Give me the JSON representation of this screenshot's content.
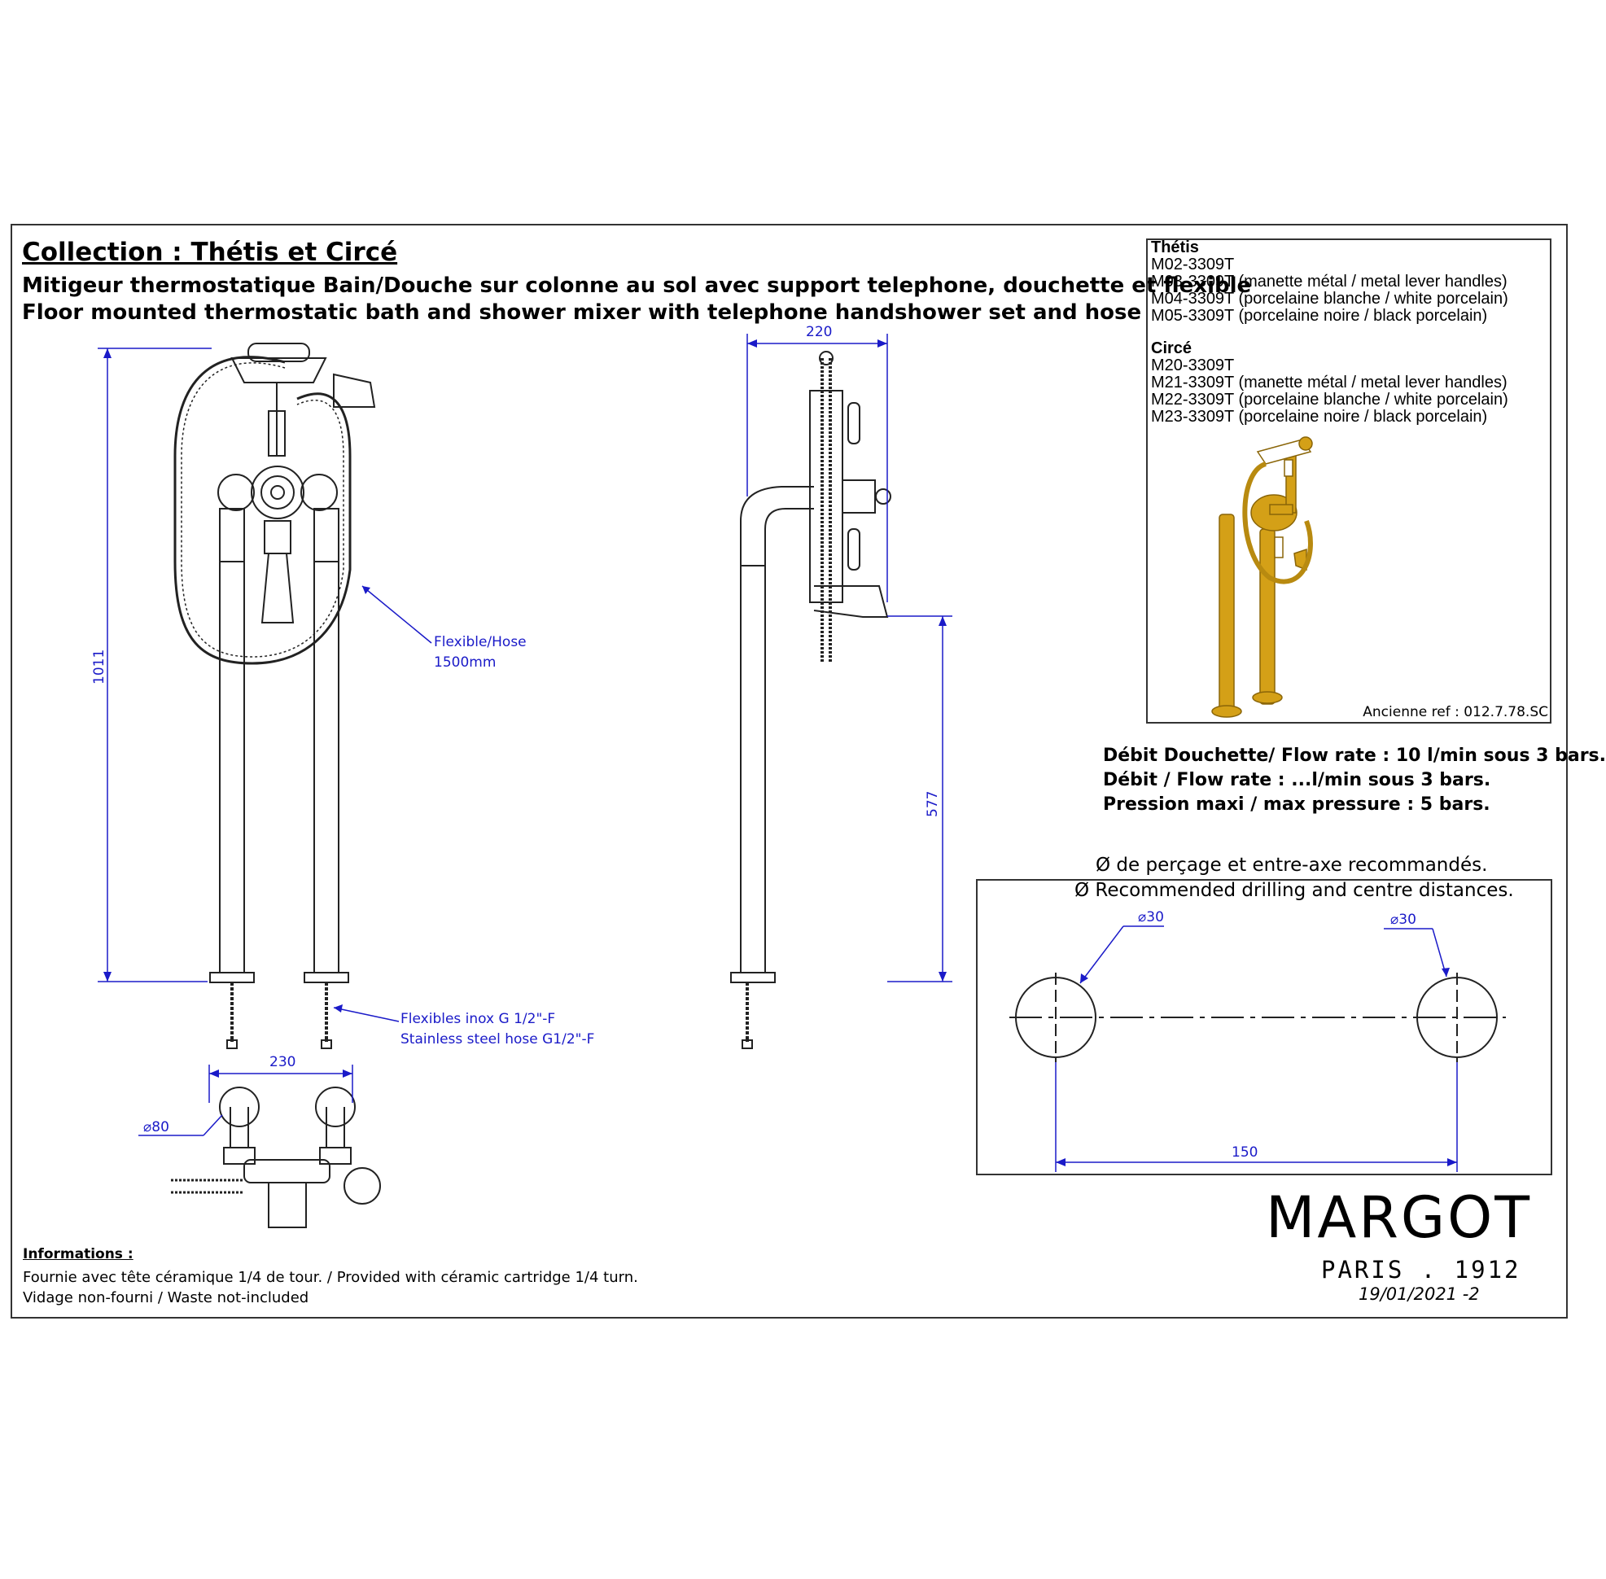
{
  "header": {
    "collection": "Collection : Thétis et Circé",
    "title_fr": "Mitigeur thermostatique Bain/Douche sur colonne au sol avec support telephone, douchette et flexible",
    "title_en": "Floor mounted thermostatic bath and shower mixer with telephone handshower set and hose"
  },
  "references": {
    "thetis": {
      "name": "Thétis",
      "items": [
        "M02-3309T",
        "M03-3309T (manette métal / metal lever handles)",
        "M04-3309T (porcelaine blanche / white porcelain)",
        "M05-3309T (porcelaine noire / black porcelain)"
      ]
    },
    "circe": {
      "name": "Circé",
      "items": [
        "M20-3309T",
        "M21-3309T (manette métal / metal lever handles)",
        "M22-3309T (porcelaine blanche / white porcelain)",
        "M23-3309T (porcelaine noire / black porcelain)"
      ]
    },
    "old_ref": "Ancienne ref : 012.7.78.SC"
  },
  "specs": [
    "Débit Douchette/ Flow rate : 10 l/min sous 3 bars.",
    "Débit / Flow rate : ...l/min sous 3 bars.",
    "Pression maxi / max pressure : 5 bars."
  ],
  "drilling": {
    "title_fr": "Ø de perçage et entre-axe recommandés.",
    "title_en": "Ø Recommended drilling and centre distances.",
    "diameter_left": "30",
    "diameter_right": "30",
    "centre_distance": "150"
  },
  "dimensions": {
    "height_total": "1011",
    "height_spout": "577",
    "depth": "220",
    "centre": "230",
    "flange_diameter": "80"
  },
  "notes": {
    "hose_line1": "Flexible/Hose",
    "hose_line2": "1500mm",
    "supply_line1": "Flexibles inox G 1/2\"-F",
    "supply_line2": "Stainless steel hose G1/2\"-F"
  },
  "info": {
    "heading": "Informations :",
    "line1": "Fournie avec tête céramique 1/4 de tour. / Provided with céramic cartridge 1/4 turn.",
    "line2": "Vidage non-fourni / Waste not-included"
  },
  "brand": {
    "name": "MARGOT",
    "tagline": "PARIS . 1912",
    "date": "19/01/2021 -2"
  },
  "colors": {
    "dimension": "#1a1ac8",
    "line": "#222222",
    "gold": "#d4a017"
  }
}
